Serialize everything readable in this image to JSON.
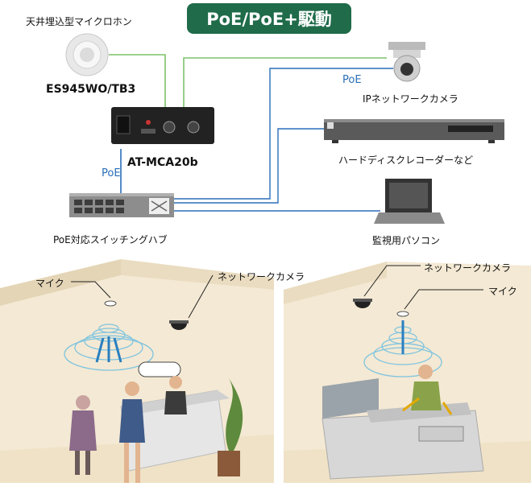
{
  "title": "PoE/PoE+駆動",
  "labels": {
    "ceiling_mic": "天井埋込型マイクロホン",
    "mic_model": "ES945WO/TB3",
    "controller_model": "AT-MCA20b",
    "poe_a": "PoE",
    "poe_b": "PoE",
    "ip_camera": "IPネットワークカメラ",
    "recorder": "ハードディスクレコーダーなど",
    "switch": "PoE対応スイッチングハブ",
    "pc": "監視用パソコン"
  },
  "scene_left": {
    "mic": "マイク",
    "camera": "ネットワークカメラ"
  },
  "scene_right": {
    "camera": "ネットワークカメラ",
    "mic": "マイク"
  },
  "colors": {
    "brand_green": "#1f6b4a",
    "poe_line": "#2a6fb8",
    "mic_line": "#7cc26a"
  }
}
